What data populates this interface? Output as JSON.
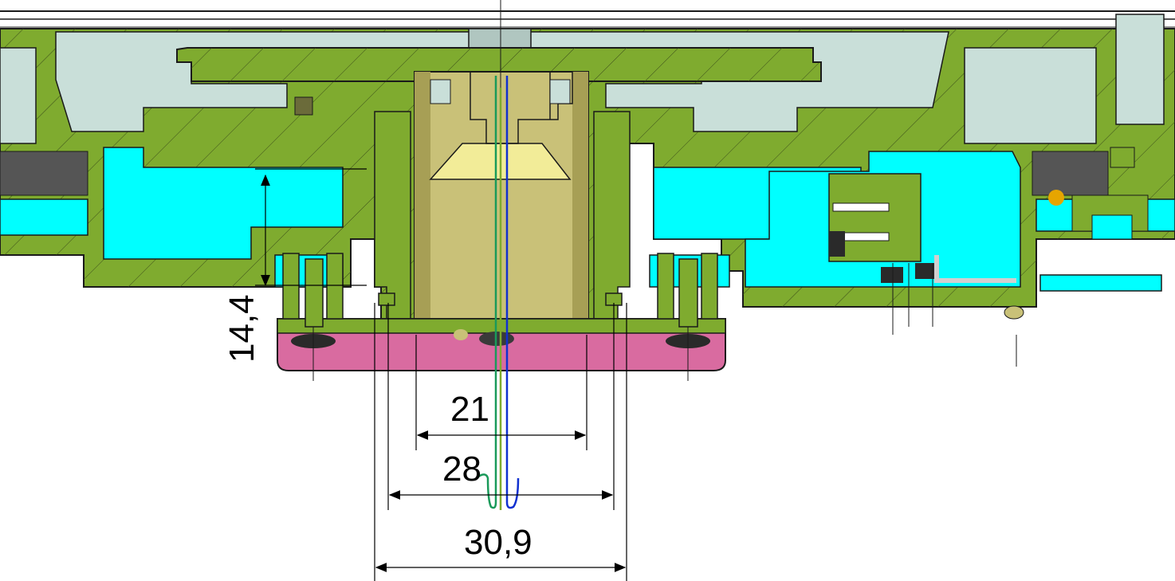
{
  "colors": {
    "green": "#7fab2f",
    "cyan": "#00ffff",
    "pink": "#d96ba0",
    "khaki": "#c9c178",
    "khaki_dark": "#a79f55",
    "cream": "#f2ec98",
    "grey": "#c9dfd9",
    "outline": "#1a1a1a",
    "wire_green": "#1a9a5a",
    "wire_blue": "#1030d0",
    "yellow_dot": "#e6a500"
  },
  "dimensions": {
    "height": "14,4",
    "inner": "21",
    "middle": "28",
    "outer": "30,9"
  }
}
